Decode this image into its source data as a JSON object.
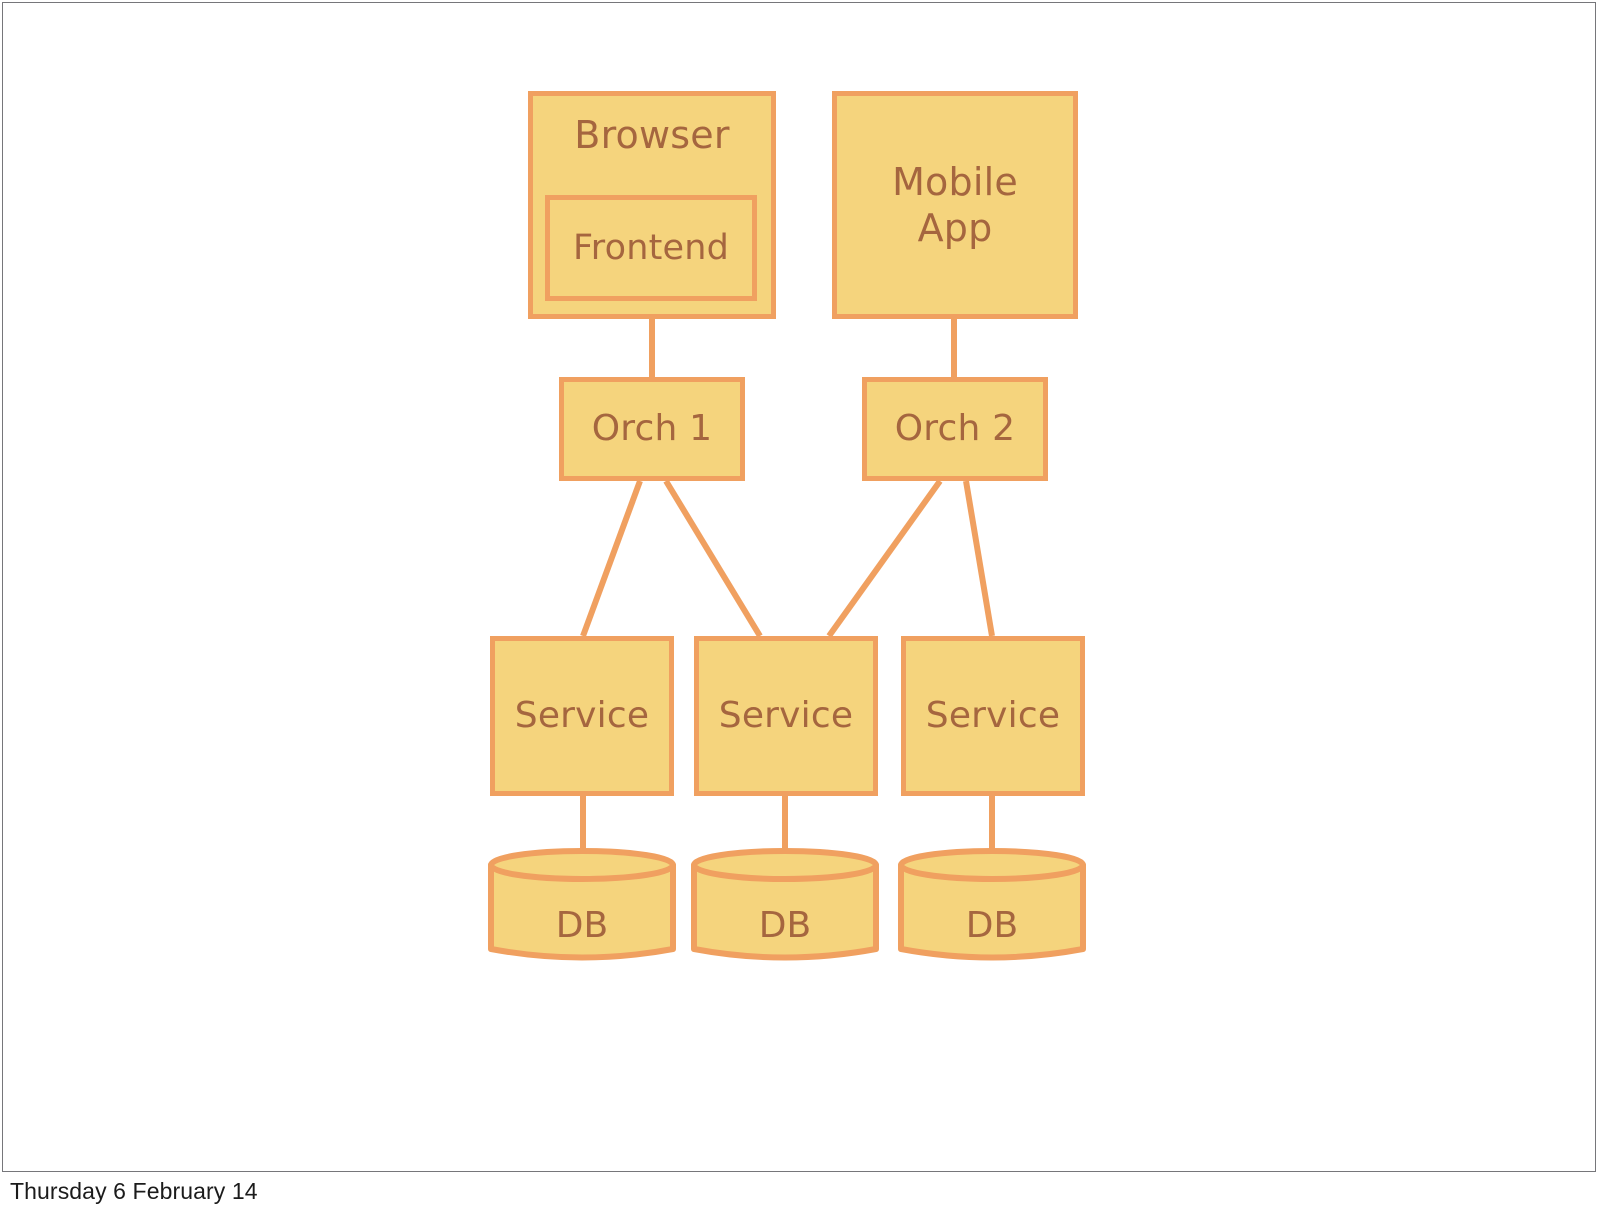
{
  "slide": {
    "footer_text": "Thursday 6 February 14",
    "background_color": "#ffffff",
    "frame_color": "#76767a"
  },
  "theme": {
    "node_fill": "#f5d47d",
    "node_stroke": "#f0a060",
    "node_text": "#a5663f",
    "edge_stroke": "#f0a060"
  },
  "diagram": {
    "type": "architecture-block-diagram",
    "tiers": [
      {
        "name": "clients",
        "nodes": [
          {
            "id": "browser",
            "label": "Browser",
            "shape": "rect",
            "child": {
              "id": "frontend",
              "label": "Frontend",
              "shape": "rect"
            }
          },
          {
            "id": "mobile-app",
            "label": "Mobile App",
            "label_line1": "Mobile",
            "label_line2": "App",
            "shape": "rect"
          }
        ]
      },
      {
        "name": "orchestrators",
        "nodes": [
          {
            "id": "orch-1",
            "label": "Orch 1",
            "shape": "rect"
          },
          {
            "id": "orch-2",
            "label": "Orch 2",
            "shape": "rect"
          }
        ]
      },
      {
        "name": "services",
        "nodes": [
          {
            "id": "service-1",
            "label": "Service",
            "shape": "rect"
          },
          {
            "id": "service-2",
            "label": "Service",
            "shape": "rect"
          },
          {
            "id": "service-3",
            "label": "Service",
            "shape": "rect"
          }
        ]
      },
      {
        "name": "databases",
        "nodes": [
          {
            "id": "db-1",
            "label": "DB",
            "shape": "cylinder"
          },
          {
            "id": "db-2",
            "label": "DB",
            "shape": "cylinder"
          },
          {
            "id": "db-3",
            "label": "DB",
            "shape": "cylinder"
          }
        ]
      }
    ],
    "edges": [
      {
        "from": "browser",
        "to": "orch-1"
      },
      {
        "from": "mobile-app",
        "to": "orch-2"
      },
      {
        "from": "orch-1",
        "to": "service-1"
      },
      {
        "from": "orch-1",
        "to": "service-2"
      },
      {
        "from": "orch-2",
        "to": "service-2"
      },
      {
        "from": "orch-2",
        "to": "service-3"
      },
      {
        "from": "service-1",
        "to": "db-1"
      },
      {
        "from": "service-2",
        "to": "db-2"
      },
      {
        "from": "service-3",
        "to": "db-3"
      }
    ]
  }
}
